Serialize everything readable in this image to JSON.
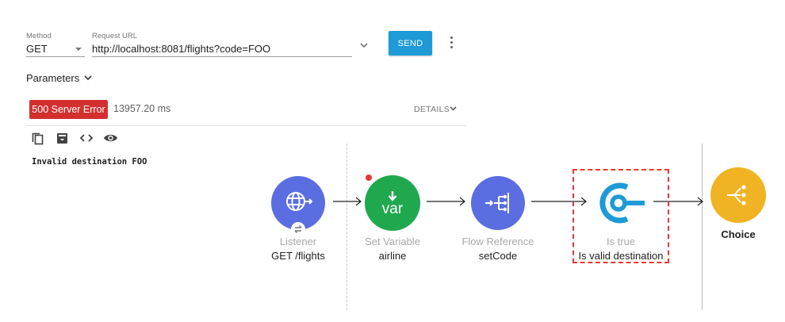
{
  "request": {
    "method_label": "Method",
    "method_value": "GET",
    "url_label": "Request URL",
    "url_value": "http://localhost:8081/flights?code=FOO",
    "send_label": "SEND"
  },
  "parameters": {
    "label": "Parameters"
  },
  "response": {
    "status": "500 Server Error",
    "time": "13957.20 ms",
    "details_label": "DETAILS",
    "body": "Invalid destination FOO"
  },
  "flow": {
    "nodes": [
      {
        "type": "Listener",
        "name": "GET /flights",
        "color": "#5b6ee1"
      },
      {
        "type": "Set Variable",
        "name": "airline",
        "color": "#20a84f",
        "icon_text": "var"
      },
      {
        "type": "Flow Reference",
        "name": "setCode",
        "color": "#5b6ee1"
      },
      {
        "type": "Is true",
        "name": "Is valid destination",
        "color": "#1e9bd7",
        "highlighted": true
      },
      {
        "type": "",
        "name": "Choice",
        "color": "#f0b323"
      }
    ],
    "breakpoint_color": "#e53935"
  }
}
